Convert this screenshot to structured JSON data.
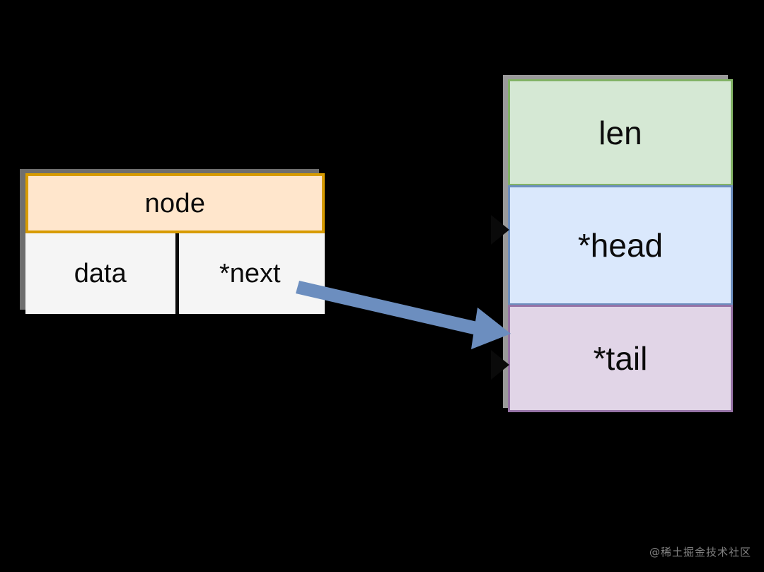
{
  "diagram": {
    "title": "linked-list struct memory layout",
    "background_color": "#000000"
  },
  "node_struct": {
    "header": {
      "label": "node",
      "fill_color": "#ffe6cc",
      "border_color": "#d79b00"
    },
    "fields": [
      {
        "label": "data"
      },
      {
        "label": "*next"
      }
    ],
    "body_fill_color": "#f5f5f5",
    "divider_color": "#0b0b0b",
    "shadow_color": "#6e6e6e"
  },
  "list_struct": {
    "cells": [
      {
        "label": "len",
        "fill_color": "#d5e8d4",
        "border_color": "#82b366"
      },
      {
        "label": "*head",
        "fill_color": "#dae8fc",
        "border_color": "#6c8ebf"
      },
      {
        "label": "*tail",
        "fill_color": "#e1d5e7",
        "border_color": "#9673a6"
      }
    ],
    "shadow_color": "#9a9a9a"
  },
  "connectors": {
    "next_pointer_arrow": {
      "name": "next-to-tail-arrow",
      "color": "#6c8ebf",
      "from": "*next",
      "to": "*tail"
    },
    "head_marker": {
      "name": "head-arrowhead",
      "color": "#0a0a0a"
    },
    "tail_marker": {
      "name": "tail-arrowhead",
      "color": "#0a0a0a"
    }
  },
  "watermark": {
    "text": "@稀土掘金技术社区"
  }
}
